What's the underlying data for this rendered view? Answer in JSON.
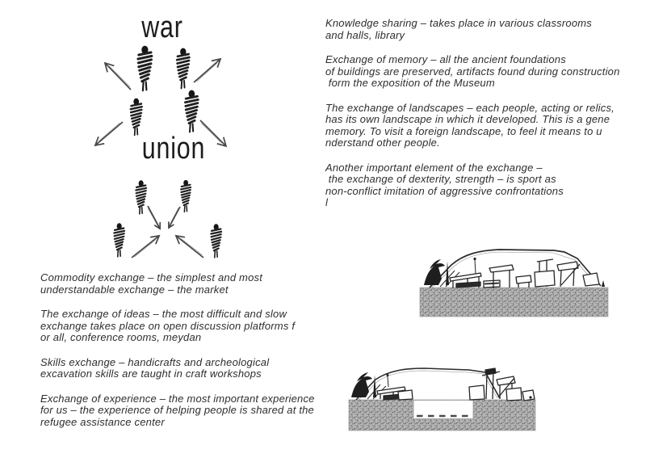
{
  "page": {
    "background": "#ffffff"
  },
  "colors": {
    "ink": "#2e2e2e",
    "title_ink": "#1c1c1c",
    "arrow": "#474747",
    "sketch_line": "#242424",
    "ground_fill": "#b5b5b5"
  },
  "diagram": {
    "war_label": "war",
    "union_label": "union",
    "war_arrows_direction": "outward",
    "union_arrows_direction": "inward",
    "figure_icon": "scribble-person-icon",
    "figure_count_war": 4,
    "figure_count_union": 4
  },
  "right_column": {
    "paragraphs": [
      "Knowledge sharing – takes place in various classrooms\nand halls, library",
      "Exchange of memory – all the ancient foundations\nof buildings are preserved, artifacts found during construction\n form the exposition of the Museum",
      "The exchange of landscapes – each people, acting or relics,\nhas its own landscape in which it developed. This is a gene\nmemory. To visit a foreign landscape, to feel it means to u\nnderstand other people.",
      "Another important element of the exchange –\n the exchange of dexterity, strength – is sport as\nnon-conflict imitation of aggressive confrontations\nl"
    ]
  },
  "left_column": {
    "paragraphs": [
      "Commodity exchange – the simplest and most\nunderstandable exchange – the market",
      "The exchange of ideas – the most difficult and slow\nexchange takes place on open discussion platforms f\nor all, conference rooms, meydan",
      "Skills exchange – handicrafts and archeological\nexcavation skills are taught in craft workshops",
      "Exchange of experience – the most important experience\nfor us – the experience of helping people is shared at the\nrefugee assistance center"
    ]
  },
  "illustrations": {
    "top_sketch": "hand-drawn-settlement-section",
    "bottom_sketch": "hand-drawn-settlement-section-with-excavation-pit"
  }
}
